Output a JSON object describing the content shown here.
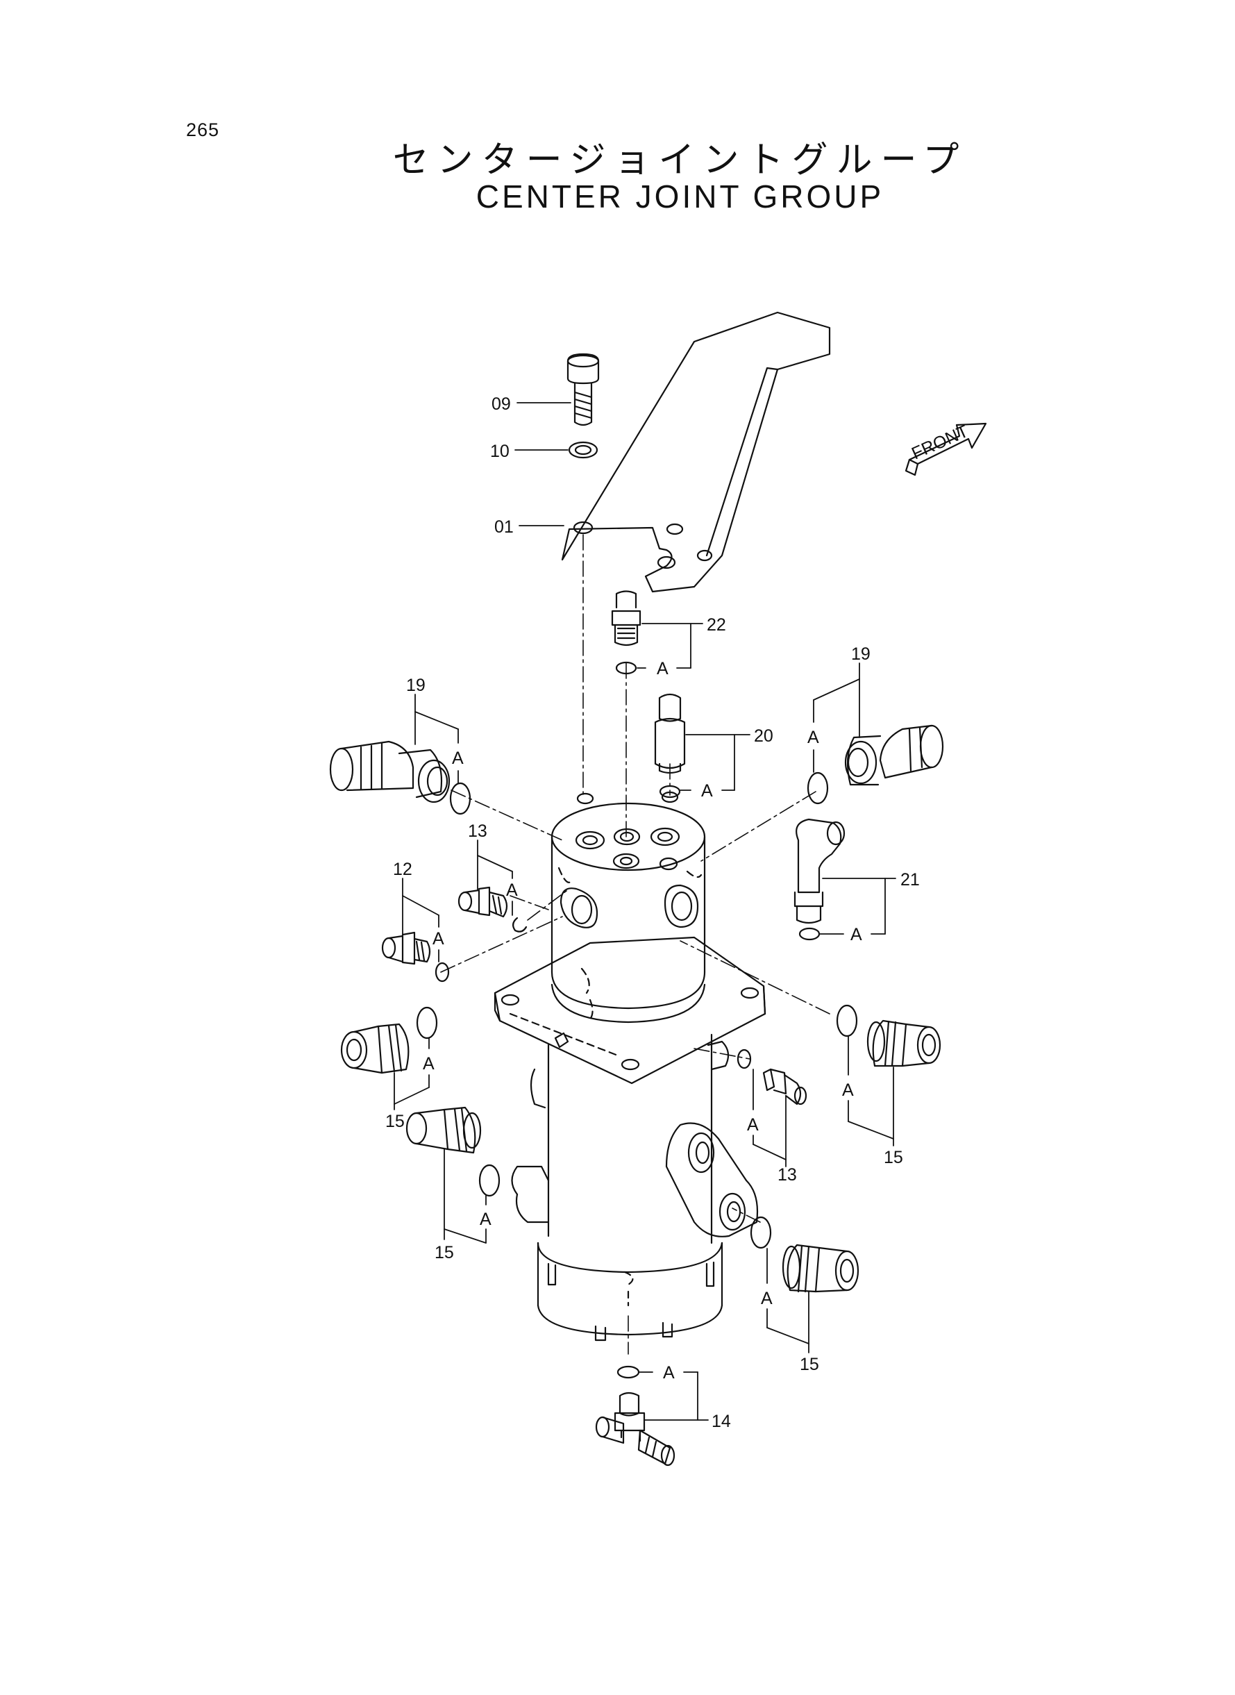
{
  "page_number": "265",
  "title_jp": "センタージョイントグループ",
  "title_en": "CENTER JOINT GROUP",
  "front_label": "FRONT",
  "colors": {
    "line": "#111111",
    "background": "#ffffff"
  },
  "callouts": {
    "c09": "09",
    "c10": "10",
    "c01": "01",
    "c22": "22",
    "c20": "20",
    "c19_left": "19",
    "c19_right": "19",
    "c13_upper": "13",
    "c12": "12",
    "c21": "21",
    "c15_left_upper": "15",
    "c15_left_lower": "15",
    "c15_right_upper": "15",
    "c15_right_lower": "15",
    "c13_lower": "13",
    "c14": "14"
  },
  "seal_marker": "A"
}
